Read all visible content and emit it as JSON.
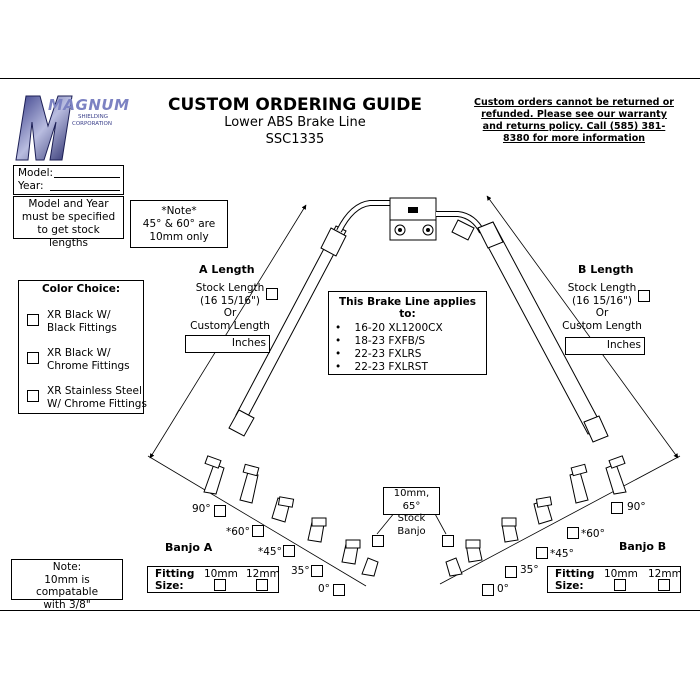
{
  "logo": {
    "text": "MAGNUM",
    "line1": "SHIELDING",
    "line2": "CORPORATION"
  },
  "header": {
    "title": "CUSTOM ORDERING GUIDE",
    "subtitle": "Lower ABS Brake Line",
    "part_number": "SSC1335"
  },
  "warning": "Custom orders cannot be returned or refunded. Please see our warranty and returns policy. Call (585) 381-8380 for more information",
  "model_year": {
    "model_label": "Model:",
    "year_label": "Year:"
  },
  "model_note": "Model and Year must be specified to get stock lengths",
  "angle_note": {
    "line1": "*Note*",
    "line2": "45° & 60° are",
    "line3": "10mm only"
  },
  "color_choice": {
    "title": "Color Choice:",
    "options": [
      {
        "label": "XR Black W/ Black Fittings"
      },
      {
        "label": "XR Black W/ Chrome Fittings"
      },
      {
        "label": "XR Stainless Steel W/ Chrome Fittings"
      }
    ]
  },
  "a_length": {
    "title": "A Length",
    "stock": "Stock Length",
    "stock_value": "(16 15/16\")",
    "or": "Or",
    "custom": "Custom Length",
    "units": "Inches"
  },
  "b_length": {
    "title": "B Length",
    "stock": "Stock Length",
    "stock_value": "(16 15/16\")",
    "or": "Or",
    "custom": "Custom Length",
    "units": "Inches"
  },
  "applies": {
    "title": "This Brake Line applies to:",
    "models": [
      "16-20 XL1200CX",
      "18-23 FXFB/S",
      "22-23 FXLRS",
      "22-23 FXLRST"
    ]
  },
  "stock_banjo": {
    "line1": "10mm, 65°",
    "line2": "Stock Banjo"
  },
  "angles_left": {
    "a90": "90°",
    "a60": "*60°",
    "a45": "*45°",
    "a35": "35°",
    "a0": "0°"
  },
  "angles_right": {
    "a90": "90°",
    "a60": "*60°",
    "a45": "*45°",
    "a35": "35°",
    "a0": "0°"
  },
  "banjo_a": {
    "title": "Banjo A",
    "fitting": "Fitting",
    "size": "Size:",
    "opt1": "10mm",
    "opt2": "12mm"
  },
  "banjo_b": {
    "title": "Banjo B",
    "fitting": "Fitting",
    "size": "Size:",
    "opt1": "10mm",
    "opt2": "12mm"
  },
  "bottom_note": {
    "line1": "Note:",
    "line2": "10mm is compatable",
    "line3": "with 3/8\""
  }
}
